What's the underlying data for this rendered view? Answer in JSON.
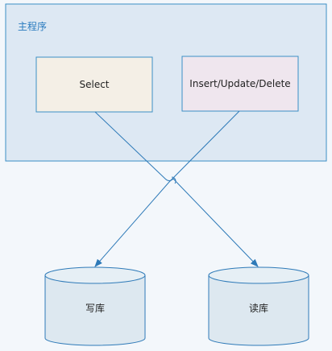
{
  "container": {
    "title": "主程序"
  },
  "boxes": {
    "select": {
      "label": "Select"
    },
    "write_ops": {
      "label": "Insert/Update/Delete"
    }
  },
  "databases": {
    "write_db": {
      "label": "写库"
    },
    "read_db": {
      "label": "读库"
    }
  },
  "colors": {
    "container_fill": "#dde8f3",
    "container_stroke": "#3b8fc6",
    "select_fill": "#f4efe6",
    "write_fill": "#efe6ee",
    "box_stroke": "#3b8fc6",
    "db_fill": "#dde8f0",
    "db_stroke": "#2e7ab8",
    "arrow": "#2e7ab8",
    "title_text": "#2a7bbf"
  }
}
